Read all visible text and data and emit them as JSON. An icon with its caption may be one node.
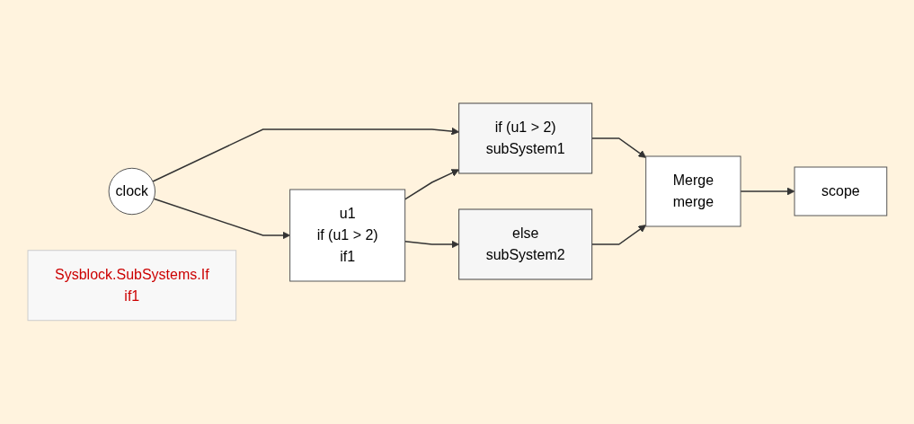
{
  "diagram": {
    "nodes": [
      {
        "text": [
          "clock"
        ]
      },
      {
        "text": [
          "u1",
          "if (u1 > 2)",
          "if1"
        ]
      },
      {
        "text": [
          "Sysblock.SubSystems.If",
          "if1"
        ]
      },
      {
        "text": [
          "if (u1 > 2)",
          "subSystem1"
        ]
      },
      {
        "text": [
          "else",
          "subSystem2"
        ]
      },
      {
        "text": [
          "Merge",
          "merge"
        ]
      },
      {
        "text": [
          "scope"
        ]
      }
    ],
    "edges": [
      {
        "from": 0,
        "to": 1,
        "arrow": "to"
      },
      {
        "from": 0,
        "to": 3,
        "arrow": "to"
      },
      {
        "from": 1,
        "to": 3,
        "arrow": "to"
      },
      {
        "from": 1,
        "to": 4,
        "arrow": "to"
      },
      {
        "from": 3,
        "to": 5,
        "arrow": "to"
      },
      {
        "from": 4,
        "to": 5,
        "arrow": "to"
      },
      {
        "from": 5,
        "to": 6,
        "arrow": "to"
      }
    ]
  }
}
